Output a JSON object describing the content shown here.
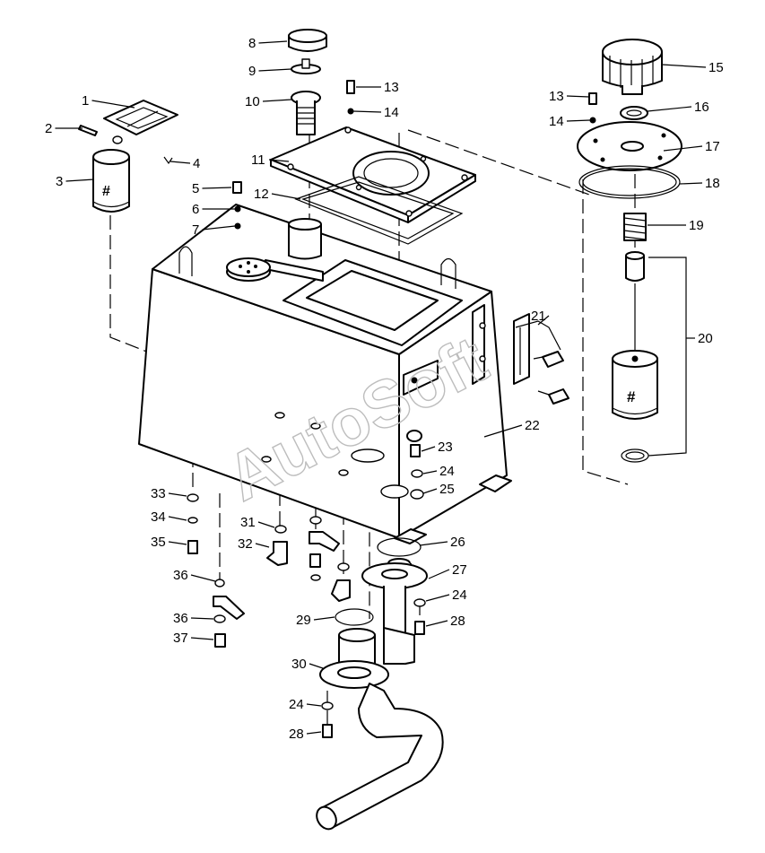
{
  "watermark": "AutoSoft",
  "callouts": [
    {
      "id": "1",
      "text": "1"
    },
    {
      "id": "2",
      "text": "2"
    },
    {
      "id": "3",
      "text": "3"
    },
    {
      "id": "4",
      "text": "4"
    },
    {
      "id": "5",
      "text": "5"
    },
    {
      "id": "6",
      "text": "6"
    },
    {
      "id": "7",
      "text": "7"
    },
    {
      "id": "8",
      "text": "8"
    },
    {
      "id": "9",
      "text": "9"
    },
    {
      "id": "10",
      "text": "10"
    },
    {
      "id": "11",
      "text": "11"
    },
    {
      "id": "12",
      "text": "12"
    },
    {
      "id": "13a",
      "text": "13"
    },
    {
      "id": "14a",
      "text": "14"
    },
    {
      "id": "13b",
      "text": "13"
    },
    {
      "id": "14b",
      "text": "14"
    },
    {
      "id": "15",
      "text": "15"
    },
    {
      "id": "16",
      "text": "16"
    },
    {
      "id": "17",
      "text": "17"
    },
    {
      "id": "18",
      "text": "18"
    },
    {
      "id": "19",
      "text": "19"
    },
    {
      "id": "20",
      "text": "20"
    },
    {
      "id": "21",
      "text": "21"
    },
    {
      "id": "22",
      "text": "22"
    },
    {
      "id": "23",
      "text": "23"
    },
    {
      "id": "24a",
      "text": "24"
    },
    {
      "id": "25",
      "text": "25"
    },
    {
      "id": "26",
      "text": "26"
    },
    {
      "id": "27",
      "text": "27"
    },
    {
      "id": "24b",
      "text": "24"
    },
    {
      "id": "28a",
      "text": "28"
    },
    {
      "id": "29",
      "text": "29"
    },
    {
      "id": "30",
      "text": "30"
    },
    {
      "id": "24c",
      "text": "24"
    },
    {
      "id": "28b",
      "text": "28"
    },
    {
      "id": "31",
      "text": "31"
    },
    {
      "id": "32",
      "text": "32"
    },
    {
      "id": "33",
      "text": "33"
    },
    {
      "id": "34",
      "text": "34"
    },
    {
      "id": "35",
      "text": "35"
    },
    {
      "id": "36a",
      "text": "36"
    },
    {
      "id": "36b",
      "text": "36"
    },
    {
      "id": "37",
      "text": "37"
    }
  ]
}
